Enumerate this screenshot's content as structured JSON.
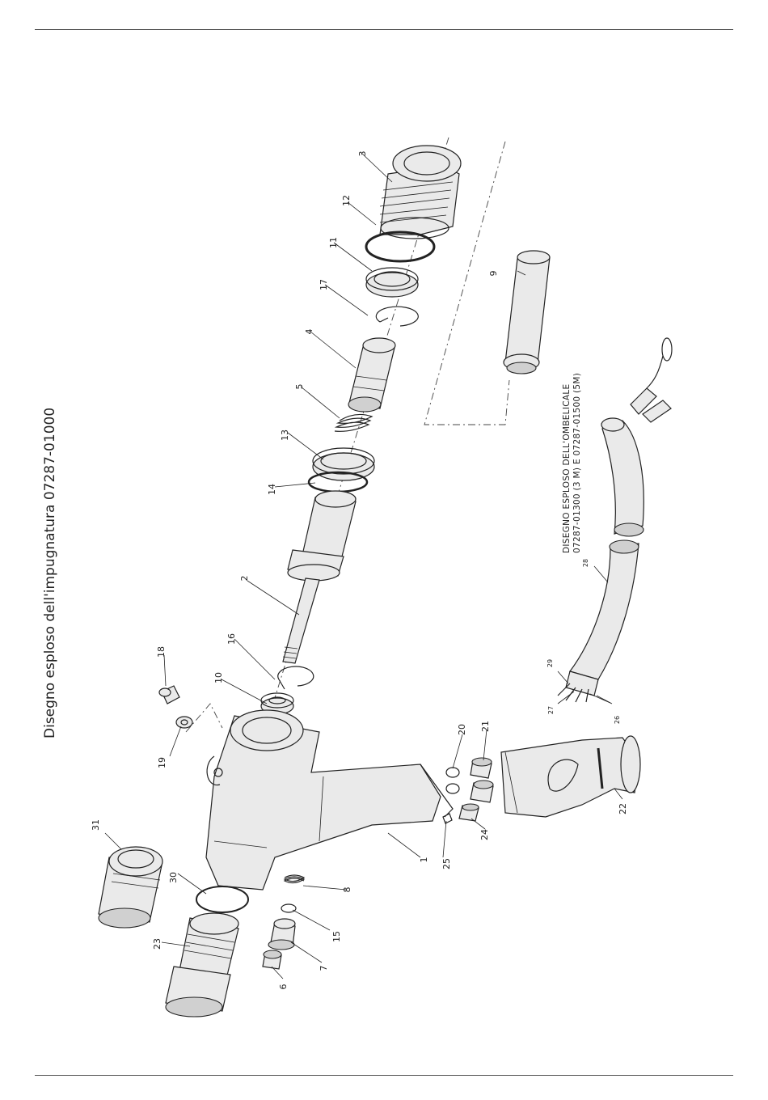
{
  "title": "Disegno esploso dell'impugnatura 07287-01000",
  "umbilical_caption": {
    "line1": "DISEGNO ESPLOSO DELL'OMBELICALE",
    "line2": "07287-01300 (3 M) E 07287-01500 (5M)"
  },
  "parts": [
    "1",
    "2",
    "3",
    "4",
    "5",
    "6",
    "7",
    "8",
    "9",
    "10",
    "11",
    "12",
    "13",
    "14",
    "15",
    "16",
    "17",
    "18",
    "19",
    "20",
    "21",
    "22",
    "23",
    "24",
    "25",
    "26",
    "27",
    "28",
    "29",
    "30",
    "31"
  ]
}
